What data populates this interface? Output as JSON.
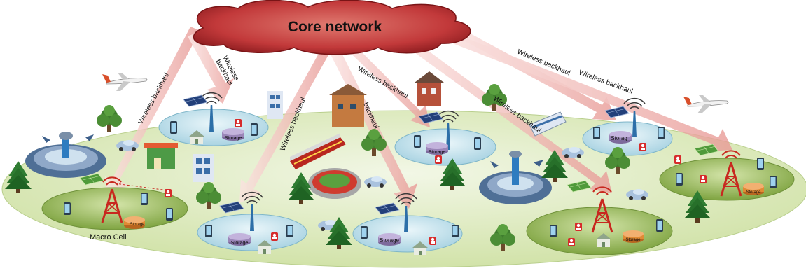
{
  "core": {
    "label": "Core network"
  },
  "backhaul_labels": [
    "Wireless backhaul",
    "Wireless\nbackhaul",
    "Wireless backhaul",
    "Wireless backhaul",
    "Wireless backhaul",
    "backhaul",
    "Wireless backhaul",
    "Wireless backhaul",
    "Wireless backhaul"
  ],
  "macro_cell": {
    "label": "Macro Cell"
  },
  "storage_labels": [
    "Storage",
    "Storage",
    "Storage",
    "Storage",
    "Storage",
    "Storag",
    "Storage",
    "Storage"
  ],
  "colors": {
    "cloud": "#b8292c",
    "arrow": "#f3c1bf",
    "ground": "#d9e8b8",
    "small_cell": "#bfe0ea",
    "macro_disc": "#9fbf63",
    "tower_red": "#c8281f",
    "storage": "#9a86b8",
    "storage_orange": "#e08a35"
  },
  "icons": [
    "airplane-icon",
    "airport-tower-icon",
    "solar-panel-icon",
    "tree-icon",
    "car-icon",
    "bus-icon",
    "train-icon",
    "stadium-icon",
    "house-icon",
    "building-icon",
    "phone-icon",
    "person-icon"
  ]
}
